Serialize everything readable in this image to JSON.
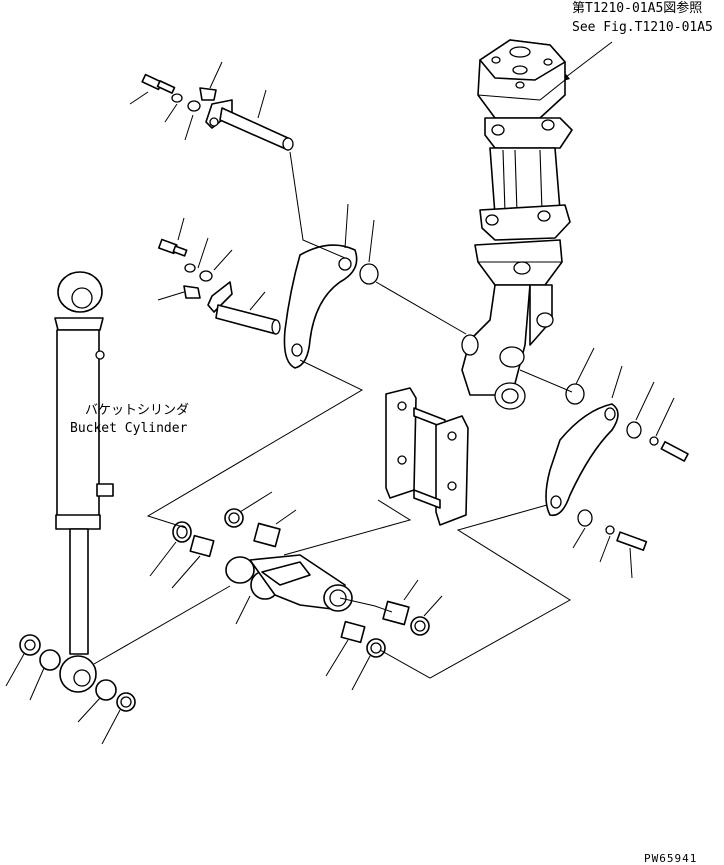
{
  "reference": {
    "line1": "第T1210-01A5図参照",
    "line2": "See Fig.T1210-01A5"
  },
  "cylinder_label": {
    "jp": "バケットシリンダ",
    "en": "Bucket Cylinder"
  },
  "drawing_code": "PW65941",
  "colors": {
    "ink": "#000000",
    "paper": "#ffffff"
  }
}
